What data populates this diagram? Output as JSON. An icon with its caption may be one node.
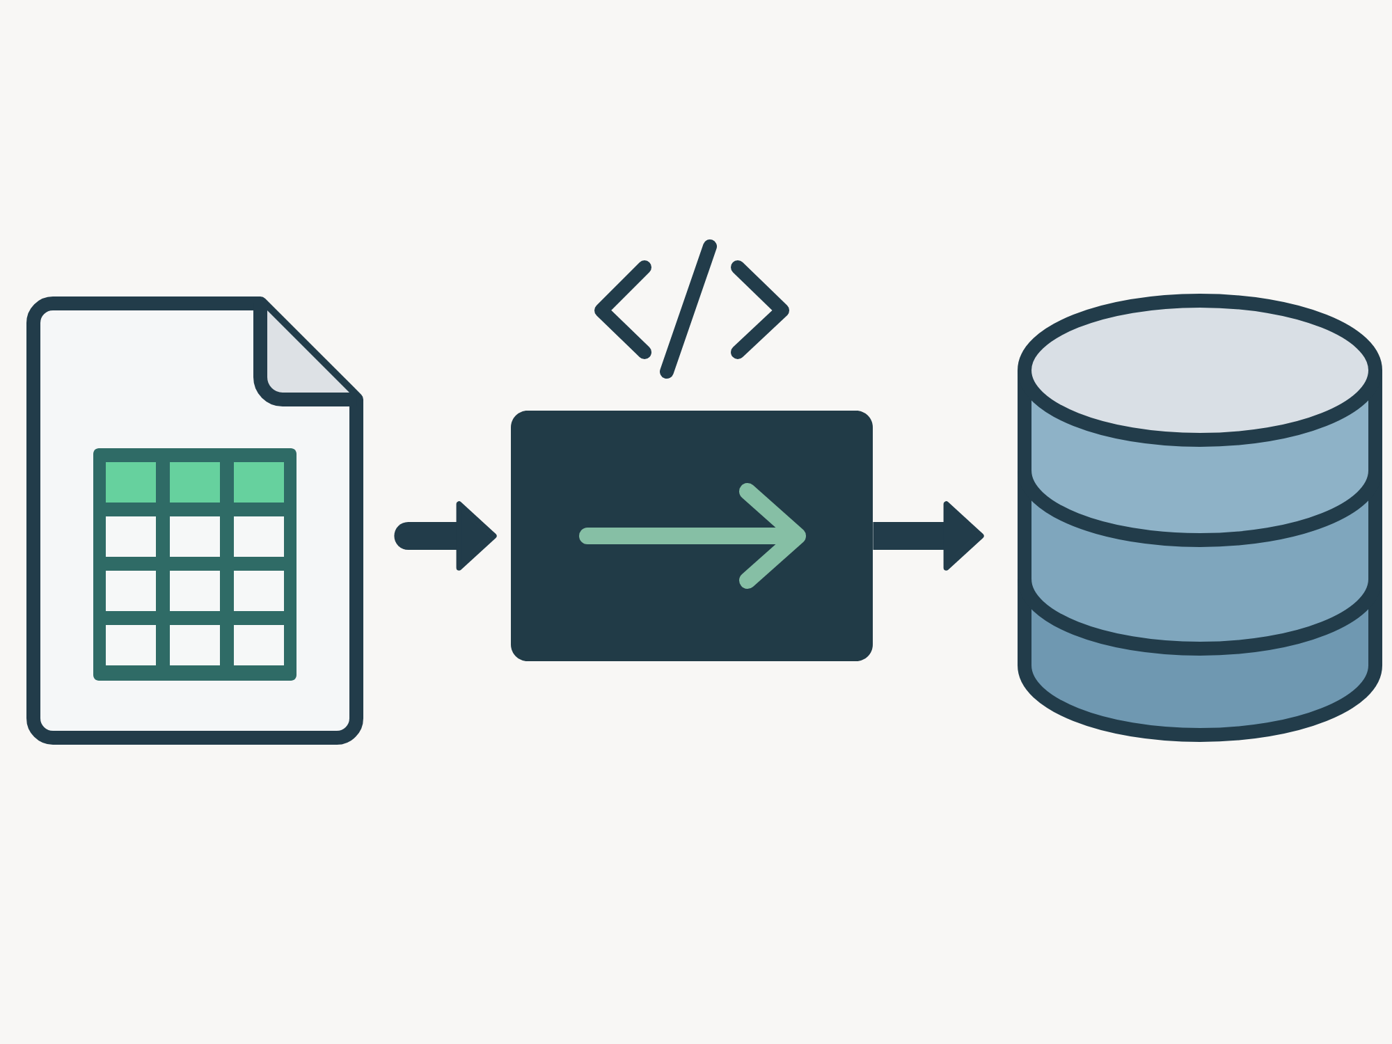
{
  "diagram": {
    "nodes": [
      {
        "text": [],
        "shape": "picture"
      },
      {
        "text": [],
        "shape": "box"
      },
      {
        "text": [],
        "shape": "cylinder"
      }
    ],
    "edges": [
      {
        "from": 0,
        "to": 1,
        "arrow": "to"
      },
      {
        "from": 1,
        "to": 2,
        "arrow": "to"
      }
    ]
  }
}
